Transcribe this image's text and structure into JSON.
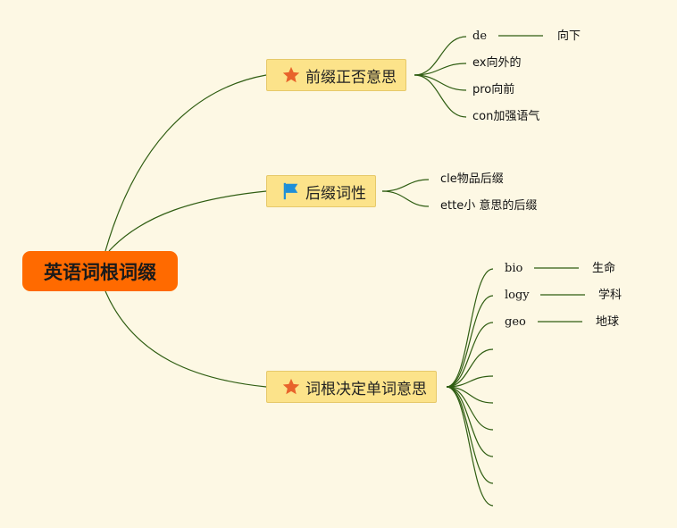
{
  "root": {
    "label": "英语词根词缀"
  },
  "branches": [
    {
      "label": "前缀正否意思",
      "icon": "star-icon",
      "children": [
        {
          "text": "de",
          "meaning": "向下"
        },
        {
          "text": "ex向外的"
        },
        {
          "text": "pro向前"
        },
        {
          "text": "con加强语气"
        }
      ]
    },
    {
      "label": "后缀词性",
      "icon": "flag-icon",
      "children": [
        {
          "text": "cle物品后缀"
        },
        {
          "text": "ette小 意思的后缀"
        }
      ]
    },
    {
      "label": "词根决定单词意思",
      "icon": "star-icon",
      "children": [
        {
          "text": "bio",
          "meaning": "生命"
        },
        {
          "text": "logy",
          "meaning": "学科"
        },
        {
          "text": "geo",
          "meaning": "地球"
        },
        {
          "text": ""
        },
        {
          "text": ""
        },
        {
          "text": ""
        },
        {
          "text": ""
        },
        {
          "text": ""
        },
        {
          "text": ""
        },
        {
          "text": ""
        }
      ]
    }
  ],
  "colors": {
    "background": "#fdf8e4",
    "root_fill": "#ff6a00",
    "topic_fill": "#fce38a",
    "line": "#2f5d12",
    "star": "#e8632b",
    "flag": "#1f8fd8"
  }
}
